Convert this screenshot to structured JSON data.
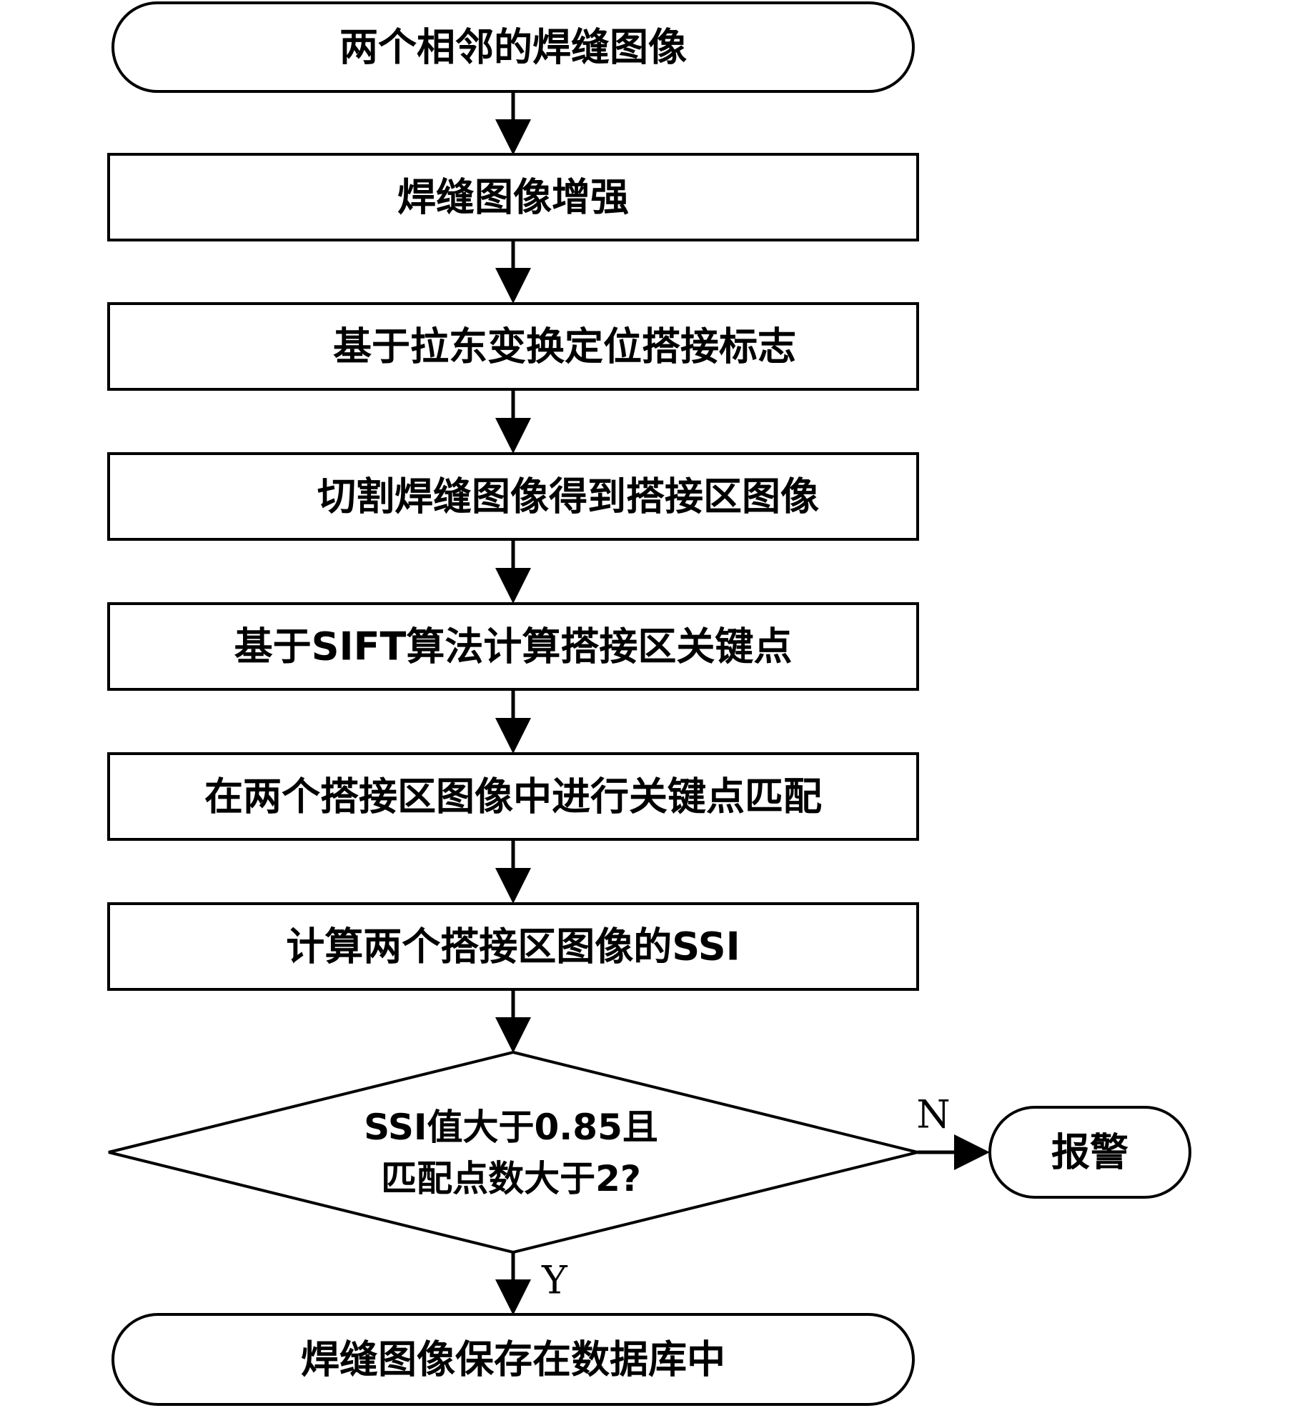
{
  "flowchart": {
    "start": "两个相邻的焊缝图像",
    "steps": [
      "焊缝图像增强",
      "基于拉东变换定位搭接标志",
      "切割焊缝图像得到搭接区图像",
      "基于SIFT算法计算搭接区关键点",
      "在两个搭接区图像中进行关键点匹配",
      "计算两个搭接区图像的SSI"
    ],
    "decision": {
      "line1": "SSI值大于0.85且",
      "line2": "匹配点数大于2?"
    },
    "no_label": "N",
    "yes_label": "Y",
    "alarm": "报警",
    "end": "焊缝图像保存在数据库中"
  }
}
